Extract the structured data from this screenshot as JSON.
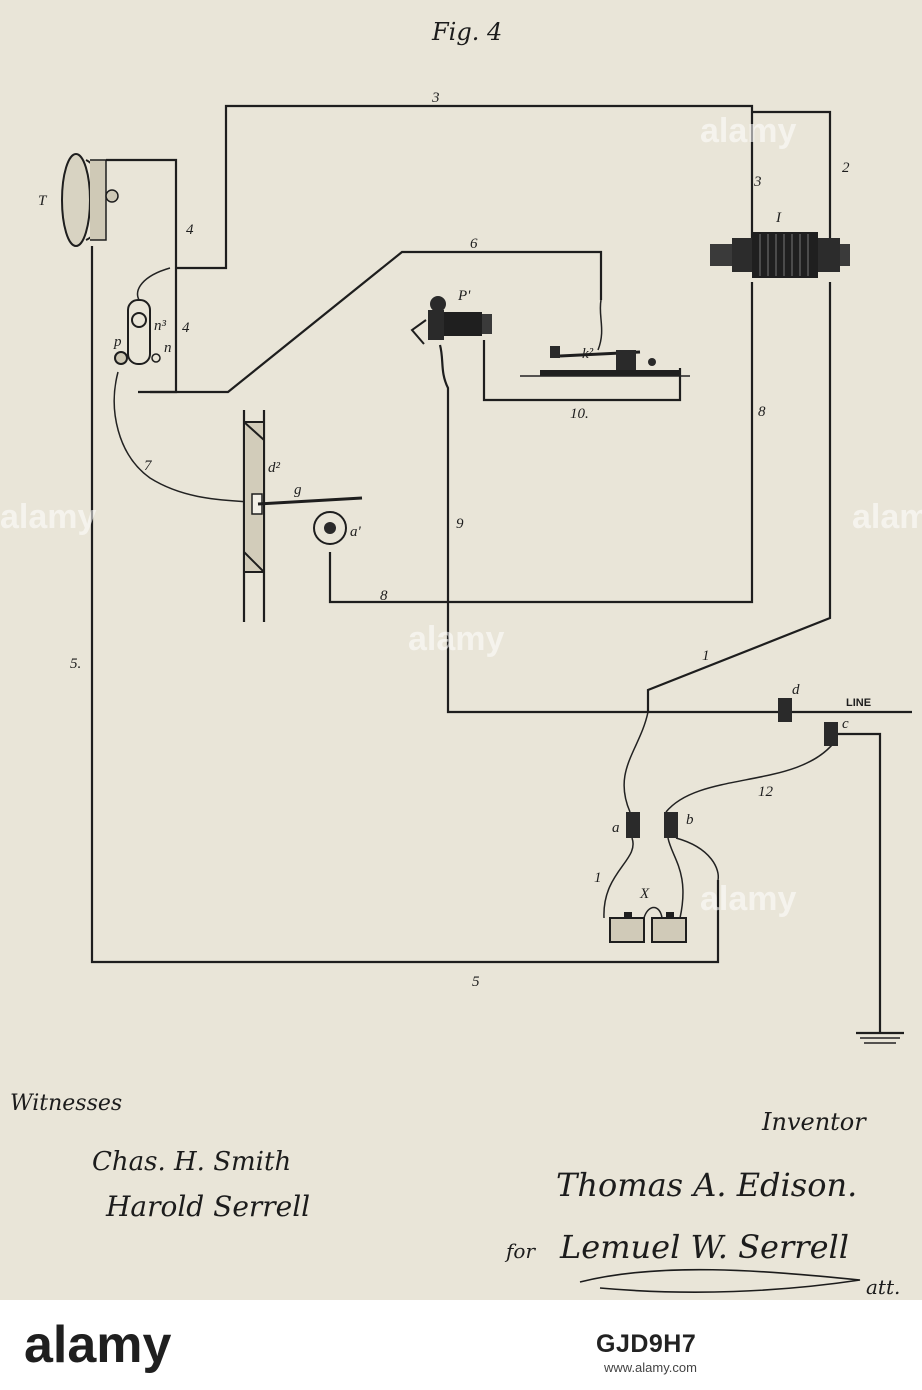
{
  "figure_title": "Fig. 4",
  "labels": {
    "telephone": "T",
    "induction_coil": "I",
    "relay": "P'",
    "key": "k²",
    "lever_post": "p",
    "post_n3": "n³",
    "post_n": "n",
    "drum": "d²",
    "stylus": "g",
    "magnet": "a'",
    "battery": "X",
    "term_a": "a",
    "term_b": "b",
    "term_c": "c",
    "term_d": "d",
    "line": "LINE"
  },
  "wires": {
    "w1_top": "1",
    "w1_bottom": "1",
    "w2": "2",
    "w3_top": "3",
    "w3_side": "3",
    "w4_top": "4",
    "w4_bottom": "4",
    "w5_side": "5.",
    "w5_bottom": "5",
    "w6": "6",
    "w7": "7",
    "w8_right": "8",
    "w8_bottom": "8",
    "w9": "9",
    "w10": "10.",
    "w12": "12"
  },
  "signatures": {
    "witnesses_heading": "Witnesses",
    "witness_1": "Chas. H. Smith",
    "witness_2": "Harold Serrell",
    "inventor_heading": "Inventor",
    "inventor_name": "Thomas A. Edison.",
    "attorney_prefix": "for",
    "attorney_name": "Lemuel W. Serrell",
    "attorney_suffix": "att."
  },
  "watermark": "alamy",
  "footer": {
    "logo": "alamy",
    "image_id": "GJD9H7",
    "url": "www.alamy.com"
  }
}
